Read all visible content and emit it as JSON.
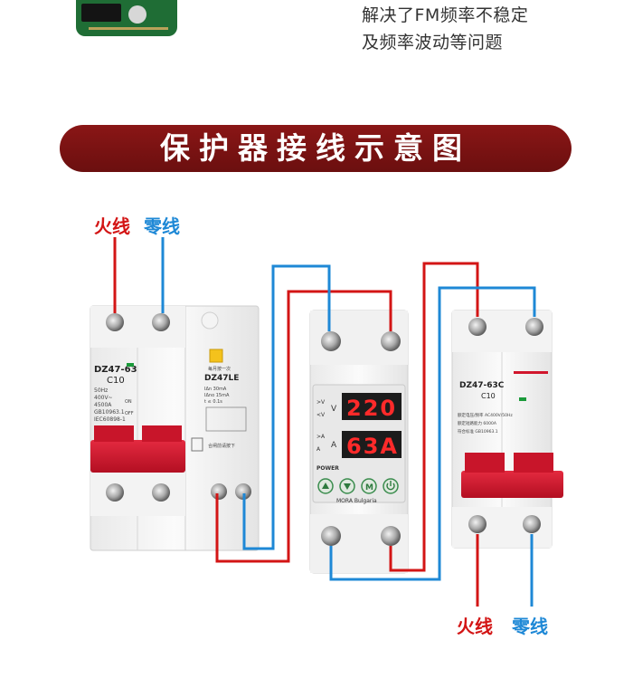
{
  "intro": {
    "line1": "解决了FM频率不稳定",
    "line2": "及频率波动等问题"
  },
  "banner": {
    "title": "保护器接线示意图"
  },
  "labels": {
    "live": "火线",
    "neutral": "零线"
  },
  "left_breaker": {
    "model": "DZ47-63",
    "rating": "C10",
    "spec_lines": [
      "50Hz",
      "400V~",
      "4500A",
      "GB10963.1",
      "IEC60898-1"
    ],
    "on_label": "ON",
    "off_label": "OFF"
  },
  "rcd_module": {
    "model": "DZ47LE",
    "test_label": "每月按一次",
    "spec_lines": [
      "IΔn  30mA",
      "IΔno 15mA",
      "t ≤ 0.1s"
    ],
    "reset_label": "合闸前请按下"
  },
  "protector": {
    "voltage_unit": "V",
    "current_unit": "A",
    "voltage_display": "220",
    "current_display": "63A",
    "side_labels": [
      ">V",
      "<V",
      ">A",
      "A"
    ],
    "power_label": "POWER",
    "brand": "MORA Bulgaria",
    "button_m": "M"
  },
  "right_breaker": {
    "model": "DZ47-63C",
    "rating": "C10",
    "spec_lines": [
      "额定电压/频率 AC400V/50Hz",
      "额定短路能力 6000A",
      "符合标准 GB10963.1"
    ]
  },
  "colors": {
    "live_wire": "#d31515",
    "neutral_wire": "#1e88d6",
    "banner": "#7a1212",
    "handle": "#d1162c"
  }
}
